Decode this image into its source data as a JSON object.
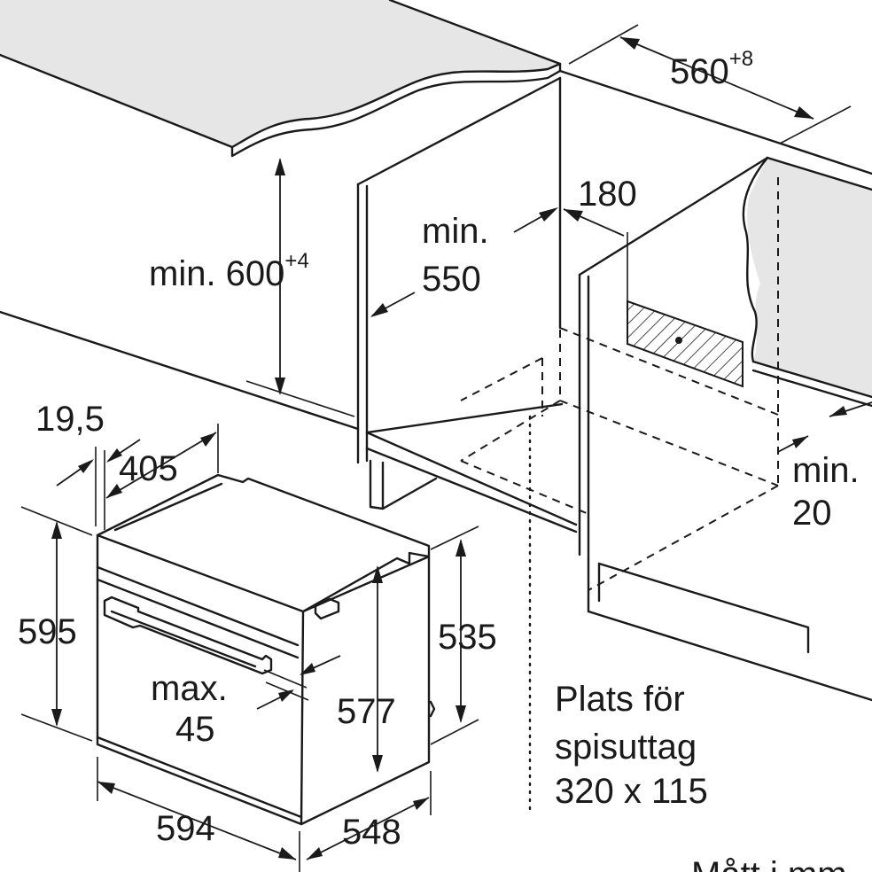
{
  "dimensions": {
    "cabinet_width": "560",
    "cabinet_width_tol": "+8",
    "gap_180": "180",
    "min_label": "min.",
    "depth_550": "550",
    "height_600_prefix": "min. 600",
    "height_600_tol": "+4",
    "front_19_5": "19,5",
    "depth_405": "405",
    "min_20": "20",
    "height_595": "595",
    "height_535": "535",
    "max_label": "max.",
    "max_45": "45",
    "height_577": "577",
    "width_594": "594",
    "depth_548": "548"
  },
  "socket_note": {
    "line1": "Plats för",
    "line2": "spisuttag",
    "line3": "320 x 115"
  },
  "units_note": "Mått i mm"
}
